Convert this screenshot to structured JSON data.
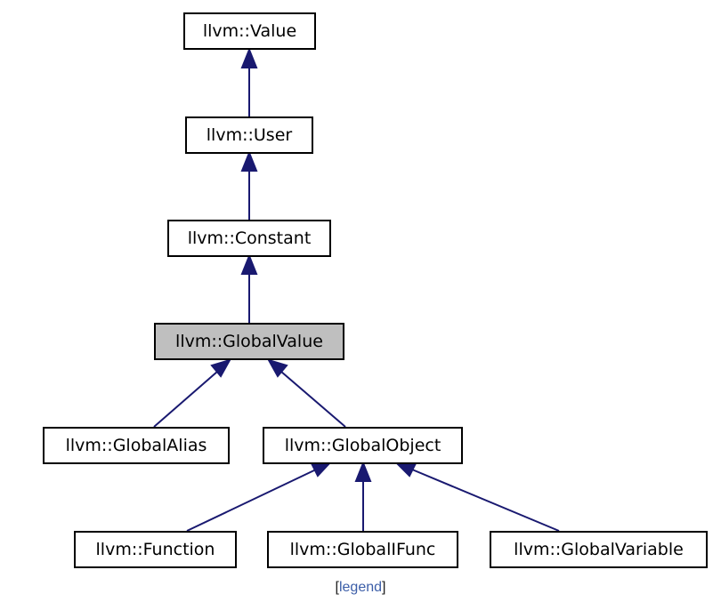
{
  "diagram": {
    "nodes": {
      "value": "llvm::Value",
      "user": "llvm::User",
      "constant": "llvm::Constant",
      "global_value": "llvm::GlobalValue",
      "global_alias": "llvm::GlobalAlias",
      "global_object": "llvm::GlobalObject",
      "function": "llvm::Function",
      "global_ifunc": "llvm::GlobalIFunc",
      "global_variable": "llvm::GlobalVariable"
    },
    "colors": {
      "edge": "#191970",
      "current_node_fill": "#bfbfbf",
      "node_fill": "#ffffff",
      "node_border": "#000000"
    }
  },
  "legend": {
    "open_bracket": "[",
    "link_text": "legend",
    "close_bracket": "]"
  }
}
